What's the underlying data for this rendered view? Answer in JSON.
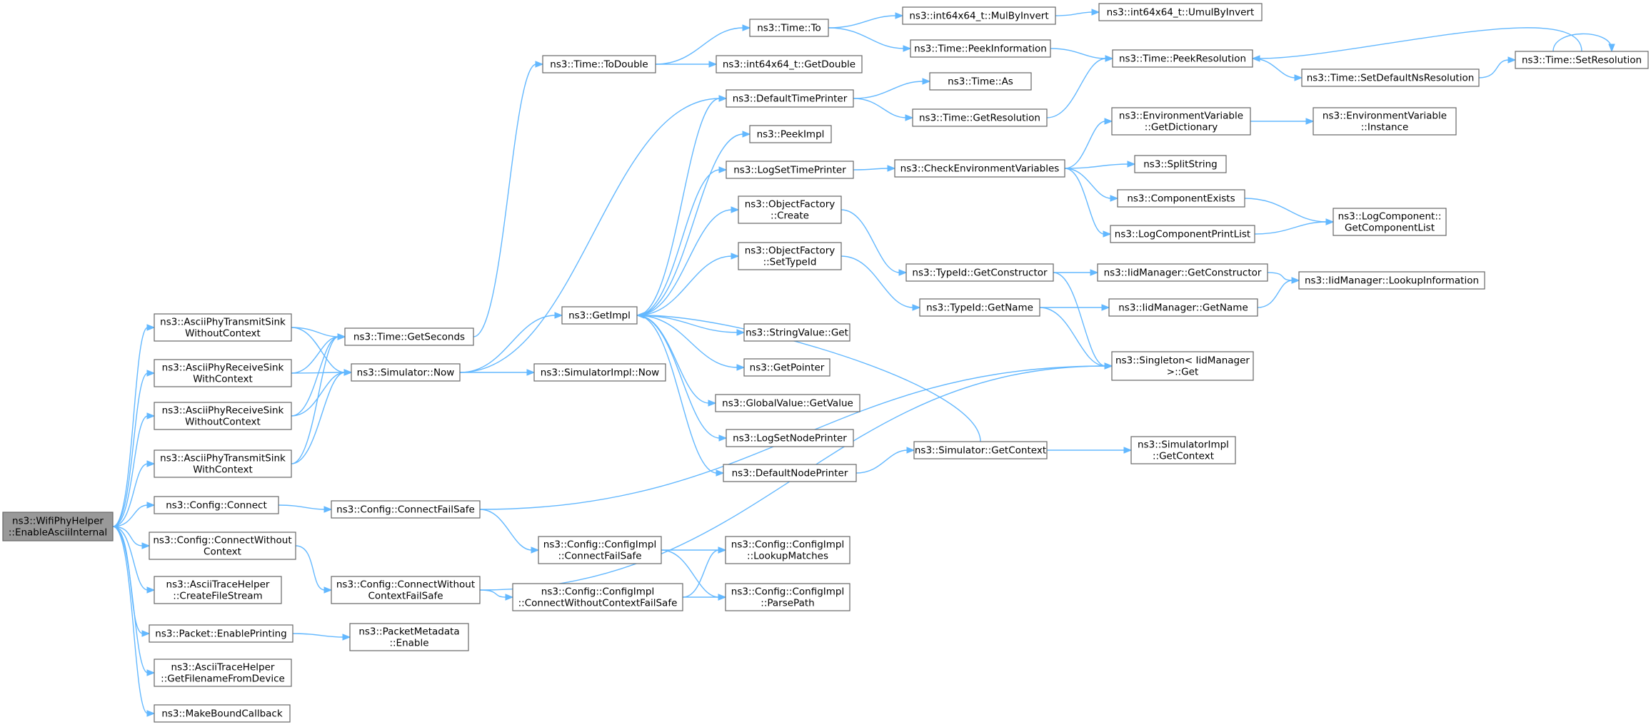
{
  "colors": {
    "edge": "#63b8ff",
    "node_border": "#666666",
    "node_fill": "#ffffff",
    "root_fill": "#999999"
  },
  "nodes": [
    {
      "id": "root",
      "lines": [
        "ns3::WifiPhyHelper",
        "::EnableAsciiInternal"
      ],
      "root": true
    },
    {
      "id": "apts_wo",
      "lines": [
        "ns3::AsciiPhyTransmitSink",
        "WithoutContext"
      ]
    },
    {
      "id": "aprs_w",
      "lines": [
        "ns3::AsciiPhyReceiveSink",
        "WithContext"
      ]
    },
    {
      "id": "aprs_wo",
      "lines": [
        "ns3::AsciiPhyReceiveSink",
        "WithoutContext"
      ]
    },
    {
      "id": "apts_w",
      "lines": [
        "ns3::AsciiPhyTransmitSink",
        "WithContext"
      ]
    },
    {
      "id": "cfg_connect",
      "lines": [
        "ns3::Config::Connect"
      ]
    },
    {
      "id": "cfg_cwc",
      "lines": [
        "ns3::Config::ConnectWithout",
        "Context"
      ]
    },
    {
      "id": "ath_cfs",
      "lines": [
        "ns3::AsciiTraceHelper",
        "::CreateFileStream"
      ]
    },
    {
      "id": "pkt_ep",
      "lines": [
        "ns3::Packet::EnablePrinting"
      ]
    },
    {
      "id": "ath_gfd",
      "lines": [
        "ns3::AsciiTraceHelper",
        "::GetFilenameFromDevice"
      ]
    },
    {
      "id": "mbc",
      "lines": [
        "ns3::MakeBoundCallback"
      ]
    },
    {
      "id": "time_gs",
      "lines": [
        "ns3::Time::GetSeconds"
      ]
    },
    {
      "id": "sim_now",
      "lines": [
        "ns3::Simulator::Now"
      ]
    },
    {
      "id": "cfg_cfs",
      "lines": [
        "ns3::Config::ConnectFailSafe"
      ]
    },
    {
      "id": "cfg_cwcfs",
      "lines": [
        "ns3::Config::ConnectWithout",
        "ContextFailSafe"
      ]
    },
    {
      "id": "pm_enable",
      "lines": [
        "ns3::PacketMetadata",
        "::Enable"
      ]
    },
    {
      "id": "time_td",
      "lines": [
        "ns3::Time::ToDouble"
      ]
    },
    {
      "id": "getimpl",
      "lines": [
        "ns3::GetImpl"
      ]
    },
    {
      "id": "simimpl_now",
      "lines": [
        "ns3::SimulatorImpl::Now"
      ]
    },
    {
      "id": "ci_cfs",
      "lines": [
        "ns3::Config::ConfigImpl",
        "::ConnectFailSafe"
      ]
    },
    {
      "id": "ci_cwcfs",
      "lines": [
        "ns3::Config::ConfigImpl",
        "::ConnectWithoutContextFailSafe"
      ]
    },
    {
      "id": "time_to",
      "lines": [
        "ns3::Time::To"
      ]
    },
    {
      "id": "i64_gd",
      "lines": [
        "ns3::int64x64_t::GetDouble"
      ]
    },
    {
      "id": "dtp",
      "lines": [
        "ns3::DefaultTimePrinter"
      ]
    },
    {
      "id": "peekimpl",
      "lines": [
        "ns3::PeekImpl"
      ]
    },
    {
      "id": "lstp",
      "lines": [
        "ns3::LogSetTimePrinter"
      ]
    },
    {
      "id": "of_create",
      "lines": [
        "ns3::ObjectFactory",
        "::Create"
      ]
    },
    {
      "id": "of_settid",
      "lines": [
        "ns3::ObjectFactory",
        "::SetTypeId"
      ]
    },
    {
      "id": "sv_get",
      "lines": [
        "ns3::StringValue::Get"
      ]
    },
    {
      "id": "getptr",
      "lines": [
        "ns3::GetPointer"
      ]
    },
    {
      "id": "gv_getval",
      "lines": [
        "ns3::GlobalValue::GetValue"
      ]
    },
    {
      "id": "lsnp",
      "lines": [
        "ns3::LogSetNodePrinter"
      ]
    },
    {
      "id": "dnp",
      "lines": [
        "ns3::DefaultNodePrinter"
      ]
    },
    {
      "id": "ci_lm",
      "lines": [
        "ns3::Config::ConfigImpl",
        "::LookupMatches"
      ]
    },
    {
      "id": "ci_pp",
      "lines": [
        "ns3::Config::ConfigImpl",
        "::ParsePath"
      ]
    },
    {
      "id": "i64_mbi",
      "lines": [
        "ns3::int64x64_t::MulByInvert"
      ]
    },
    {
      "id": "time_pi",
      "lines": [
        "ns3::Time::PeekInformation"
      ]
    },
    {
      "id": "time_as",
      "lines": [
        "ns3::Time::As"
      ]
    },
    {
      "id": "time_gr",
      "lines": [
        "ns3::Time::GetResolution"
      ]
    },
    {
      "id": "cev",
      "lines": [
        "ns3::CheckEnvironmentVariables"
      ]
    },
    {
      "id": "tid_gc",
      "lines": [
        "ns3::TypeId::GetConstructor"
      ]
    },
    {
      "id": "tid_gn",
      "lines": [
        "ns3::TypeId::GetName"
      ]
    },
    {
      "id": "sim_gctx",
      "lines": [
        "ns3::Simulator::GetContext"
      ]
    },
    {
      "id": "i64_umbi",
      "lines": [
        "ns3::int64x64_t::UmulByInvert"
      ]
    },
    {
      "id": "time_pr",
      "lines": [
        "ns3::Time::PeekResolution"
      ]
    },
    {
      "id": "ev_gd",
      "lines": [
        "ns3::EnvironmentVariable",
        "::GetDictionary"
      ]
    },
    {
      "id": "splitstr",
      "lines": [
        "ns3::SplitString"
      ]
    },
    {
      "id": "compex",
      "lines": [
        "ns3::ComponentExists"
      ]
    },
    {
      "id": "lcpl",
      "lines": [
        "ns3::LogComponentPrintList"
      ]
    },
    {
      "id": "iid_gc",
      "lines": [
        "ns3::IidManager::GetConstructor"
      ]
    },
    {
      "id": "iid_gn",
      "lines": [
        "ns3::IidManager::GetName"
      ]
    },
    {
      "id": "singleton",
      "lines": [
        "ns3::Singleton< IidManager",
        " >::Get"
      ]
    },
    {
      "id": "simimpl_gctx",
      "lines": [
        "ns3::SimulatorImpl",
        "::GetContext"
      ]
    },
    {
      "id": "time_sdnr",
      "lines": [
        "ns3::Time::SetDefaultNsResolution"
      ]
    },
    {
      "id": "time_sr",
      "lines": [
        "ns3::Time::SetResolution"
      ]
    },
    {
      "id": "ev_inst",
      "lines": [
        "ns3::EnvironmentVariable",
        "::Instance"
      ]
    },
    {
      "id": "lc_gcl",
      "lines": [
        "ns3::LogComponent::",
        "GetComponentList"
      ]
    },
    {
      "id": "iid_li",
      "lines": [
        "ns3::IidManager::LookupInformation"
      ]
    }
  ],
  "edges": [
    [
      "root",
      "apts_wo"
    ],
    [
      "root",
      "aprs_w"
    ],
    [
      "root",
      "aprs_wo"
    ],
    [
      "root",
      "apts_w"
    ],
    [
      "root",
      "cfg_connect"
    ],
    [
      "root",
      "cfg_cwc"
    ],
    [
      "root",
      "ath_cfs"
    ],
    [
      "root",
      "pkt_ep"
    ],
    [
      "root",
      "ath_gfd"
    ],
    [
      "root",
      "mbc"
    ],
    [
      "apts_wo",
      "time_gs"
    ],
    [
      "apts_wo",
      "sim_now"
    ],
    [
      "aprs_w",
      "time_gs"
    ],
    [
      "aprs_w",
      "sim_now"
    ],
    [
      "aprs_wo",
      "time_gs"
    ],
    [
      "aprs_wo",
      "sim_now"
    ],
    [
      "apts_w",
      "time_gs"
    ],
    [
      "apts_w",
      "sim_now"
    ],
    [
      "cfg_connect",
      "cfg_cfs"
    ],
    [
      "cfg_cwc",
      "cfg_cwcfs"
    ],
    [
      "pkt_ep",
      "pm_enable"
    ],
    [
      "time_gs",
      "time_td"
    ],
    [
      "sim_now",
      "getimpl"
    ],
    [
      "sim_now",
      "simimpl_now"
    ],
    [
      "sim_now",
      "dtp"
    ],
    [
      "cfg_cfs",
      "ci_cfs"
    ],
    [
      "cfg_cfs",
      "singleton"
    ],
    [
      "cfg_cwcfs",
      "ci_cwcfs"
    ],
    [
      "cfg_cwcfs",
      "singleton"
    ],
    [
      "time_td",
      "time_to"
    ],
    [
      "time_td",
      "i64_gd"
    ],
    [
      "getimpl",
      "dtp"
    ],
    [
      "getimpl",
      "peekimpl"
    ],
    [
      "getimpl",
      "lstp"
    ],
    [
      "getimpl",
      "of_create"
    ],
    [
      "getimpl",
      "of_settid"
    ],
    [
      "getimpl",
      "sv_get"
    ],
    [
      "getimpl",
      "getptr"
    ],
    [
      "getimpl",
      "gv_getval"
    ],
    [
      "getimpl",
      "lsnp"
    ],
    [
      "getimpl",
      "dnp"
    ],
    [
      "ci_cfs",
      "ci_lm"
    ],
    [
      "ci_cfs",
      "ci_pp"
    ],
    [
      "ci_cwcfs",
      "ci_lm"
    ],
    [
      "ci_cwcfs",
      "ci_pp"
    ],
    [
      "time_to",
      "i64_mbi"
    ],
    [
      "time_to",
      "time_pi"
    ],
    [
      "i64_mbi",
      "i64_umbi"
    ],
    [
      "time_pi",
      "time_pr"
    ],
    [
      "dtp",
      "time_as"
    ],
    [
      "dtp",
      "time_gr"
    ],
    [
      "time_gr",
      "time_pr"
    ],
    [
      "lstp",
      "cev"
    ],
    [
      "of_create",
      "tid_gc"
    ],
    [
      "of_settid",
      "tid_gn"
    ],
    [
      "dnp",
      "sim_gctx"
    ],
    [
      "cev",
      "ev_gd"
    ],
    [
      "cev",
      "splitstr"
    ],
    [
      "cev",
      "compex"
    ],
    [
      "cev",
      "lcpl"
    ],
    [
      "tid_gc",
      "iid_gc"
    ],
    [
      "tid_gc",
      "singleton"
    ],
    [
      "tid_gn",
      "iid_gn"
    ],
    [
      "tid_gn",
      "singleton"
    ],
    [
      "sim_gctx",
      "getimpl"
    ],
    [
      "sim_gctx",
      "simimpl_gctx"
    ],
    [
      "time_pr",
      "time_sdnr"
    ],
    [
      "time_sdnr",
      "time_sr"
    ],
    [
      "time_sr",
      "time_pr"
    ],
    [
      "time_sr",
      "time_sr"
    ],
    [
      "ev_gd",
      "ev_inst"
    ],
    [
      "compex",
      "lc_gcl"
    ],
    [
      "lcpl",
      "lc_gcl"
    ],
    [
      "iid_gc",
      "iid_li"
    ],
    [
      "iid_gn",
      "iid_li"
    ]
  ]
}
